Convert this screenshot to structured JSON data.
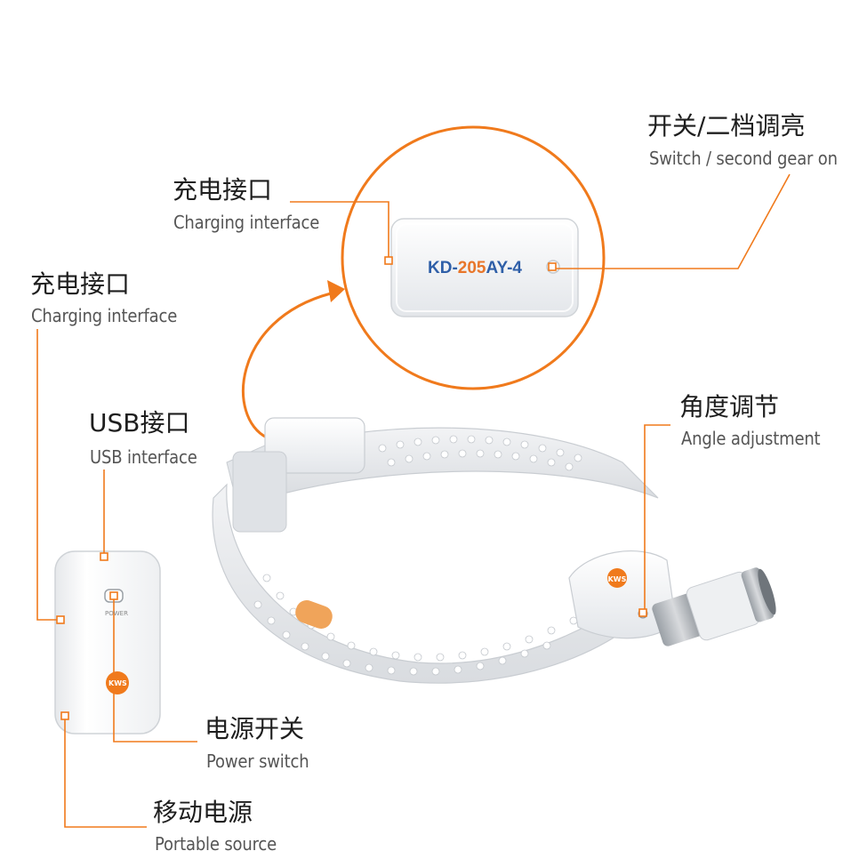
{
  "annotations": {
    "charging_top": {
      "zh": "充电接口",
      "en": "Charging interface"
    },
    "switch_top": {
      "zh": "开关/二档调亮",
      "en": "Switch / second gear on"
    },
    "charging_left": {
      "zh": "充电接口",
      "en": "Charging interface"
    },
    "usb": {
      "zh": "USB接口",
      "en": "USB interface"
    },
    "angle": {
      "zh": "角度调节",
      "en": "Angle adjustment"
    },
    "power_switch": {
      "zh": "电源开关",
      "en": "Power switch"
    },
    "portable_source": {
      "zh": "移动电源",
      "en": "Portable source"
    }
  },
  "zoom_device": {
    "model_prefix": "KD-",
    "model_code": "205",
    "model_suffix": "AY-4"
  },
  "power_bank": {
    "power_label": "POWER",
    "logo": "KWS"
  },
  "headlamp": {
    "logo": "KWS"
  },
  "colors": {
    "accent": "#f07a1c",
    "model_blue": "#2f5fa8",
    "model_orange": "#e8762a",
    "device_white": "#f4f5f6",
    "strap_grey": "#e8eaed"
  },
  "icons": {
    "leader_marker": "small-square-marker",
    "arrow": "curved-orange-arrow"
  }
}
